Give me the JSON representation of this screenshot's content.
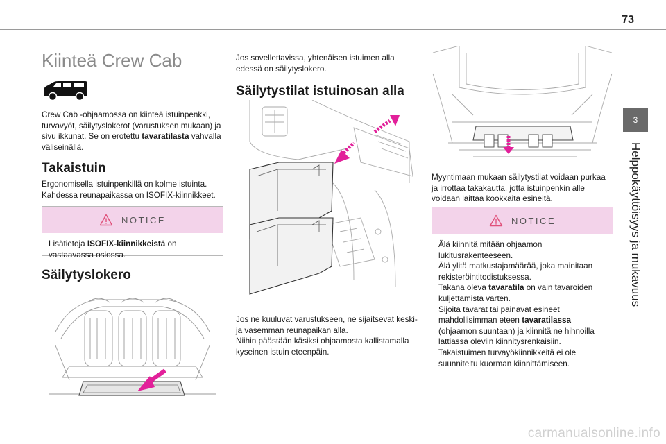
{
  "page": {
    "number": "73"
  },
  "sidebar": {
    "chapter_number": "3",
    "chapter_title": "Helppokäyttöisyys ja mukavuus"
  },
  "col1": {
    "title": "Kiinteä Crew Cab",
    "van_icon": "van-side-icon",
    "intro_plain": "Crew Cab -ohjaamossa on kiinteä istuinpenkki, turvavyöt, säilytyslokerot (varustuksen mukaan) ja sivu ikkunat. Se on erotettu ",
    "intro_bold": "tavaratilasta",
    "intro_end": " vahvalla väliseinällä.",
    "rear_seat_heading": "Takaistuin",
    "rear_seat_text": "Ergonomisella istuinpenkillä on kolme istuinta. Kahdessa reunapaikassa on ISOFIX-kiinnikkeet.",
    "notice1": {
      "label": "NOTICE",
      "text_plain": "Lisätietoja ",
      "text_bold": "ISOFIX-kiinnikkeistä",
      "text_end": " on vastaavassa osiossa."
    },
    "storage_heading": "Säilytyslokero"
  },
  "col2": {
    "intro": "Jos sovellettavissa, yhtenäisen istuimen alla edessä on säilytyslokero.",
    "heading": "Säilytystilat istuinosan alla",
    "p1": "Jos ne kuuluvat varustukseen, ne sijaitsevat keski- ja vasemman reunapaikan alla.",
    "p2": "Niihin päästään käsiksi ohjaamosta kallistamalla kyseinen istuin eteenpäin."
  },
  "col3": {
    "text": "Myyntimaan mukaan säilytystilat voidaan purkaa ja irrottaa takakautta, jotta istuinpenkin alle voidaan laittaa kookkaita esineitä.",
    "notice2": {
      "label": "NOTICE",
      "line1": "Älä kiinnitä mitään ohjaamon lukitusrakenteeseen.",
      "line2": "Älä ylitä matkustajamäärää, joka mainitaan rekisteröintitodistuksessa.",
      "line3_bold": "tavaratila",
      "line3_pre": "Takana oleva ",
      "line3_post": " on vain tavaroiden kuljettamista varten.",
      "line4_pre": "Sijoita tavarat tai painavat esineet mahdollisimman eteen ",
      "line4_bold": "tavaratilassa",
      "line4_post": " (ohjaamon suuntaan) ja kiinnitä ne hihnoilla lattiassa oleviin kiinnitysrenkaisiin.",
      "line5": "Takaistuimen turvayökiinnikkeitä ei ole suunniteltu kuorman kiinnittämiseen."
    }
  },
  "footer": {
    "watermark": "carmanualsonline.info"
  },
  "colors": {
    "notice_header": "#f3d3ea",
    "notice_icon": "#e0507a",
    "arrow": "#e2209a",
    "chapter_tab": "#6a6a6a"
  }
}
